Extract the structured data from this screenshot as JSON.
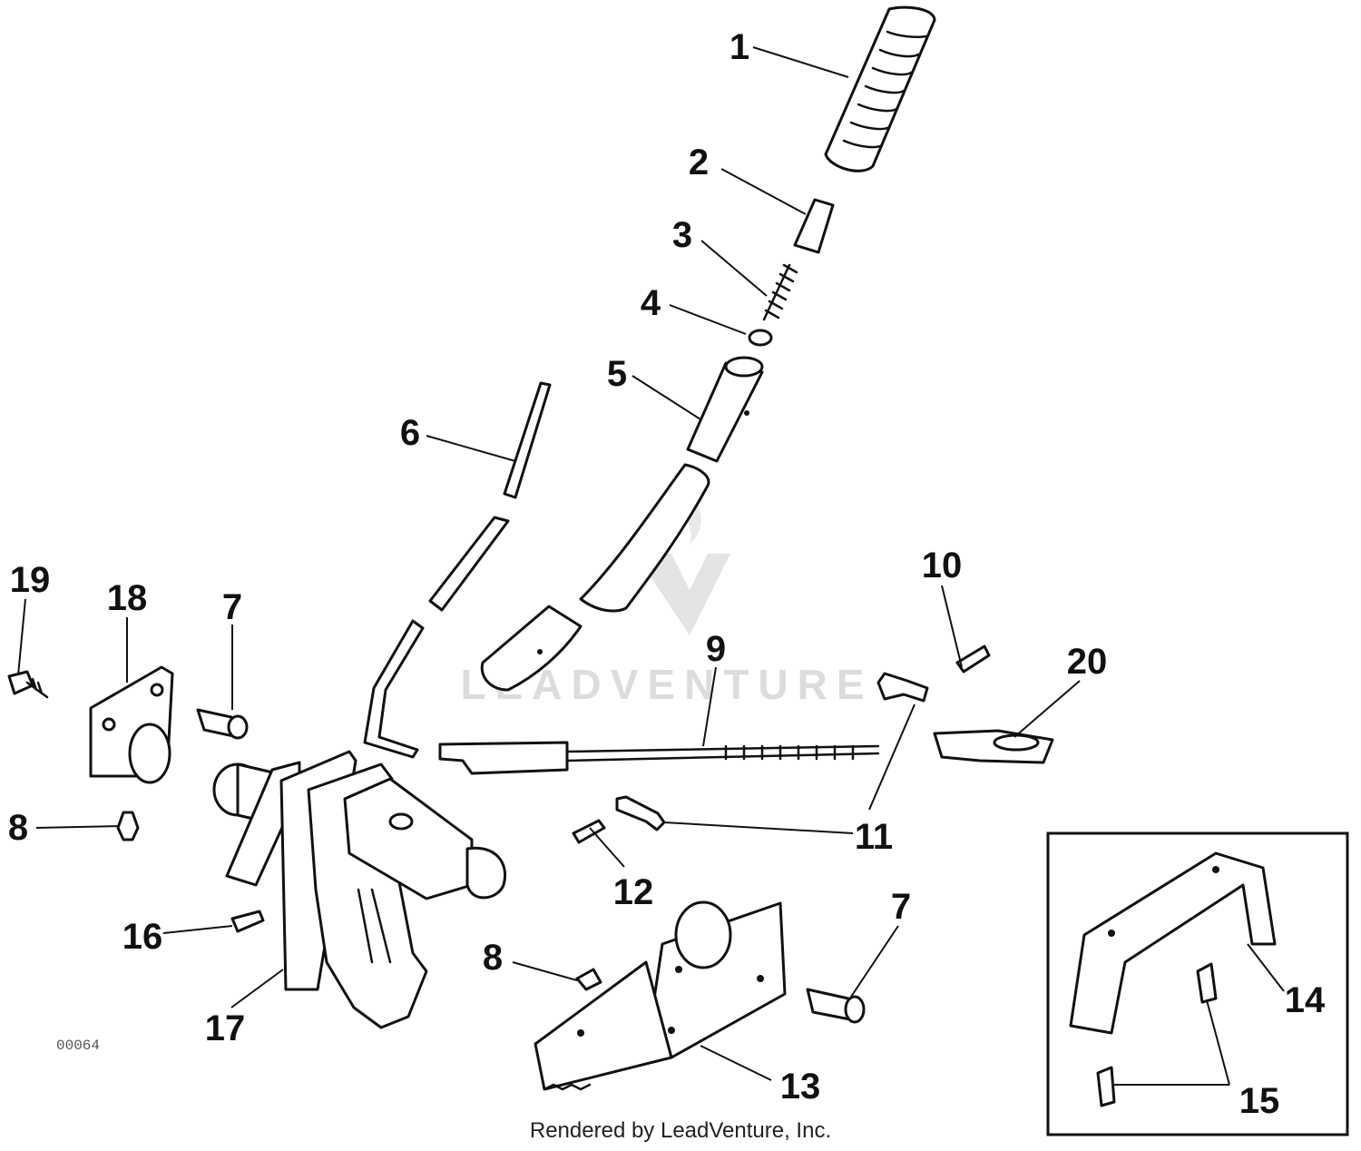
{
  "watermark": {
    "text": "LEADVENTURE"
  },
  "footer": {
    "text": "Rendered by LeadVenture, Inc."
  },
  "drawing_code": "00064",
  "callouts": [
    {
      "id": "c1",
      "label": "1"
    },
    {
      "id": "c2",
      "label": "2"
    },
    {
      "id": "c3",
      "label": "3"
    },
    {
      "id": "c4",
      "label": "4"
    },
    {
      "id": "c5",
      "label": "5"
    },
    {
      "id": "c6",
      "label": "6"
    },
    {
      "id": "c7a",
      "label": "7"
    },
    {
      "id": "c7b",
      "label": "7"
    },
    {
      "id": "c8a",
      "label": "8"
    },
    {
      "id": "c8b",
      "label": "8"
    },
    {
      "id": "c9",
      "label": "9"
    },
    {
      "id": "c10",
      "label": "10"
    },
    {
      "id": "c11",
      "label": "11"
    },
    {
      "id": "c12",
      "label": "12"
    },
    {
      "id": "c13",
      "label": "13"
    },
    {
      "id": "c14",
      "label": "14"
    },
    {
      "id": "c15",
      "label": "15"
    },
    {
      "id": "c16",
      "label": "16"
    },
    {
      "id": "c17",
      "label": "17"
    },
    {
      "id": "c18",
      "label": "18"
    },
    {
      "id": "c19",
      "label": "19"
    },
    {
      "id": "c20",
      "label": "20"
    }
  ]
}
